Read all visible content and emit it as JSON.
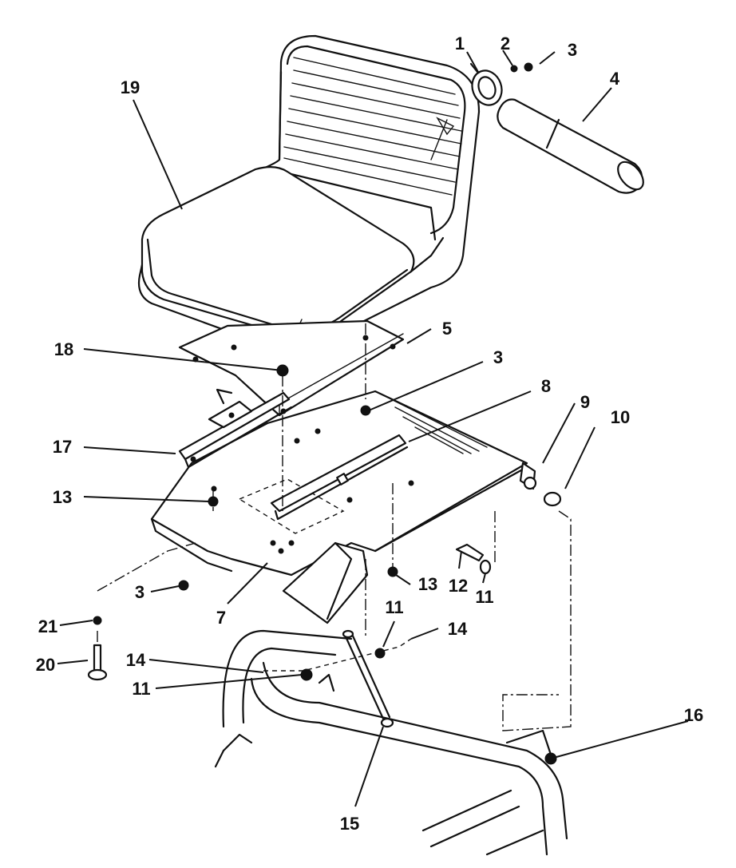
{
  "diagram": {
    "callouts": [
      {
        "id": "c1",
        "label": "1"
      },
      {
        "id": "c2",
        "label": "2"
      },
      {
        "id": "c3a",
        "label": "3"
      },
      {
        "id": "c4",
        "label": "4"
      },
      {
        "id": "c19",
        "label": "19"
      },
      {
        "id": "c5",
        "label": "5"
      },
      {
        "id": "c18",
        "label": "18"
      },
      {
        "id": "c3b",
        "label": "3"
      },
      {
        "id": "c8",
        "label": "8"
      },
      {
        "id": "c9",
        "label": "9"
      },
      {
        "id": "c10",
        "label": "10"
      },
      {
        "id": "c17",
        "label": "17"
      },
      {
        "id": "c13a",
        "label": "13"
      },
      {
        "id": "c13b",
        "label": "13"
      },
      {
        "id": "c12",
        "label": "12"
      },
      {
        "id": "c11a",
        "label": "11"
      },
      {
        "id": "c3c",
        "label": "3"
      },
      {
        "id": "c7",
        "label": "7"
      },
      {
        "id": "c11b",
        "label": "11"
      },
      {
        "id": "c14a",
        "label": "14"
      },
      {
        "id": "c21",
        "label": "21"
      },
      {
        "id": "c20",
        "label": "20"
      },
      {
        "id": "c14b",
        "label": "14"
      },
      {
        "id": "c11c",
        "label": "11"
      },
      {
        "id": "c16",
        "label": "16"
      },
      {
        "id": "c15",
        "label": "15"
      }
    ]
  }
}
